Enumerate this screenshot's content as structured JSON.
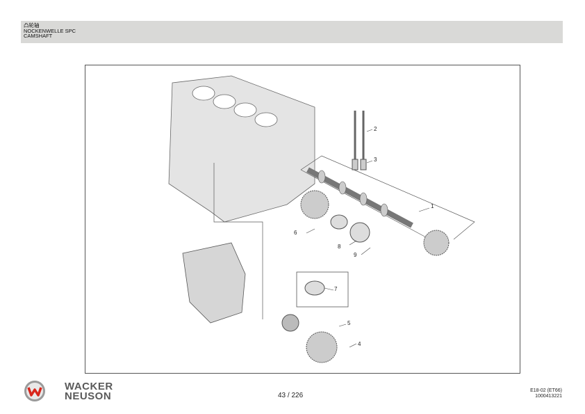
{
  "header": {
    "title_cn": "凸轮轴",
    "title_de": "NOCKENWELLE SPC",
    "title_en": "CAMSHAFT"
  },
  "callouts": [
    "1",
    "2",
    "3",
    "4",
    "5",
    "6",
    "7",
    "8",
    "9"
  ],
  "footer": {
    "brand_line1": "WACKER",
    "brand_line2": "NEUSON",
    "page": "43 / 226",
    "doc_code": "E18-02 (ET66)",
    "doc_number": "1000413221"
  }
}
